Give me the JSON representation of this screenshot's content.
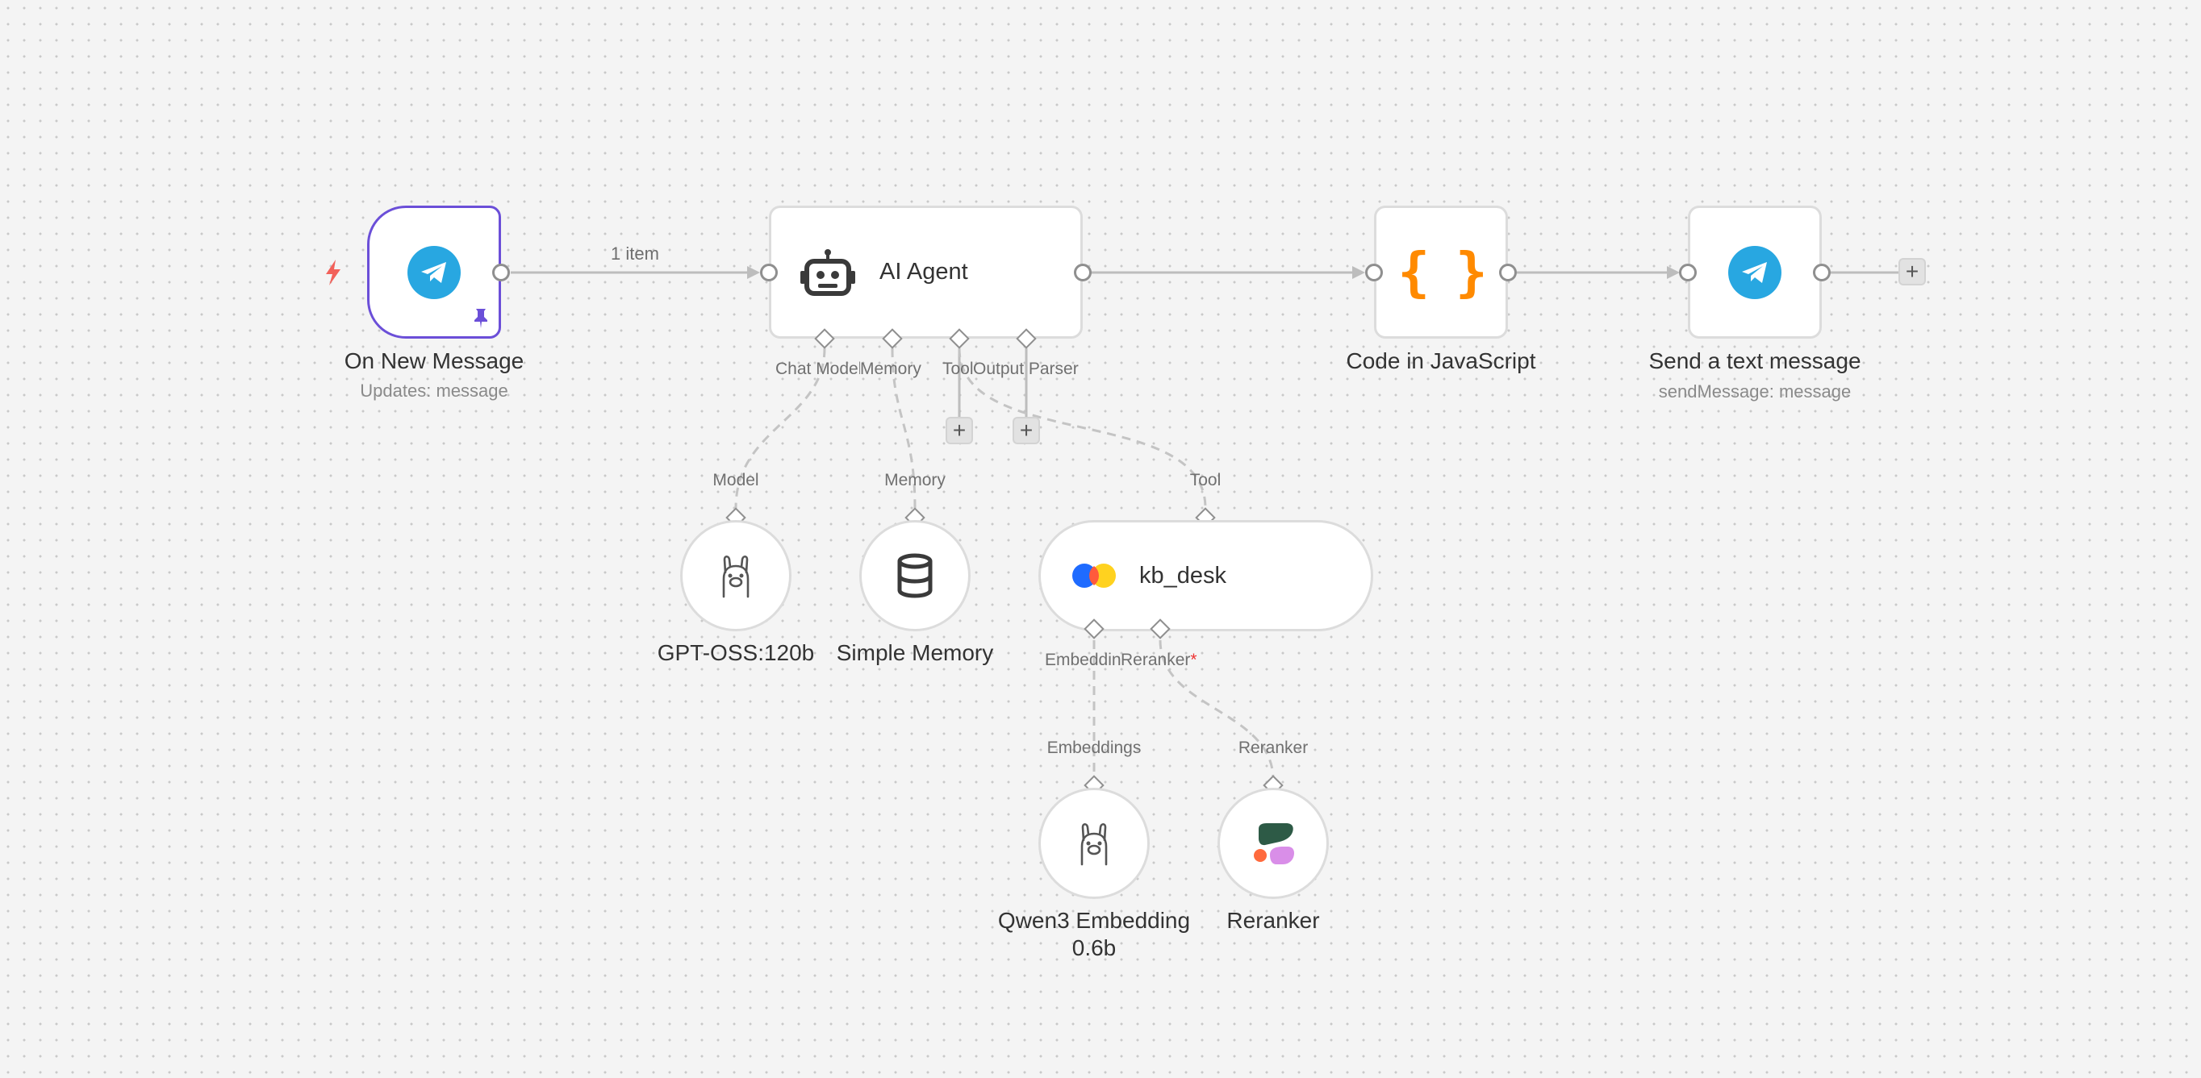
{
  "canvas": {
    "edge_labels": {
      "trigger_to_agent": "1 item"
    }
  },
  "nodes": {
    "on_new_message": {
      "title": "On New Message",
      "subtitle": "Updates: message",
      "icon": "telegram-icon"
    },
    "ai_agent": {
      "title": "AI Agent",
      "icon": "robot-icon",
      "ports": {
        "chat_model": "Chat Model",
        "memory": "Memory",
        "tool": "Tool",
        "output_parser": "Output Parser"
      }
    },
    "code_js": {
      "title": "Code in JavaScript",
      "icon": "curly-braces-icon",
      "icon_text": "{ }"
    },
    "send_text": {
      "title": "Send a text message",
      "subtitle": "sendMessage: message",
      "icon": "telegram-icon"
    },
    "gpt_oss": {
      "title": "GPT-OSS:120b",
      "port": "Model",
      "icon": "ollama-llama-icon"
    },
    "simple_memory": {
      "title": "Simple Memory",
      "port": "Memory",
      "icon": "database-icon"
    },
    "kb_desk": {
      "title": "kb_desk",
      "port": "Tool",
      "icon": "vector-store-icon",
      "ports": {
        "embeddings": "Embeddings",
        "reranker": "Reranker",
        "required_marker": "*"
      }
    },
    "qwen3": {
      "title_line1": "Qwen3 Embedding",
      "title_line2": "0.6b",
      "port": "Embeddings",
      "icon": "ollama-llama-icon"
    },
    "reranker": {
      "title": "Reranker",
      "port": "Reranker",
      "icon": "cohere-icon"
    }
  },
  "buttons": {
    "add": "+"
  },
  "colors": {
    "trigger_border": "#6b4fd8",
    "telegram": "#28a7e1",
    "code_orange": "#ff8a00",
    "execute_bolt": "#f2615a"
  }
}
